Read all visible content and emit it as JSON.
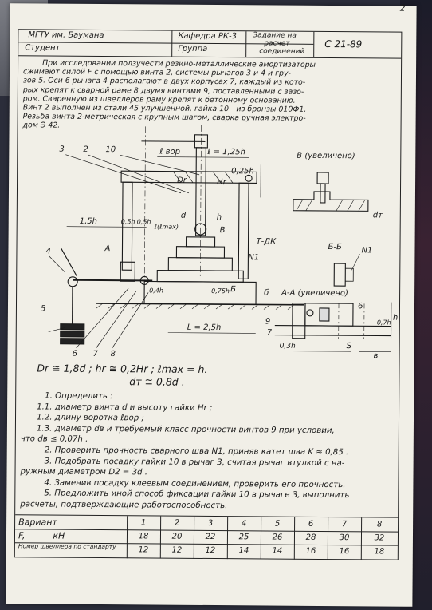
{
  "page_number": "2",
  "header": {
    "university": "МГТУ им. Баумана",
    "department": "Кафедра РК-3",
    "task": "Задание на расчет соединений",
    "task_line1": "Задание на",
    "task_line2": "расчет",
    "task_line3": "соединений",
    "code": "С 21-89",
    "student_label": "Студент",
    "group_label": "Группа"
  },
  "intro_lines": [
    "При исследовании ползучести резино-металлические амортизаторы",
    "сжимают силой F с помощью винта 2, системы рычагов 3 и 4 и гру-",
    "зов 5. Оси 6 рычага 4 располагают в двух корпусах 7, каждый из кото-",
    "рых крепят к сварной раме 8 двумя винтами 9, поставленными с зазо-",
    "ром. Сваренную из швеллеров раму крепят к бетонному основанию.",
    "Винт 2 выполнен из стали 45 улучшенной, гайка 10 - из бронзы 010Ф1.",
    "Резьба винта 2-метрическая с крупным шагом, сварка ручная электро-",
    "дом Э 42."
  ],
  "drawing_labels": {
    "l3": "3",
    "l2": "2",
    "l10": "10",
    "l_bor": "ℓ вор",
    "l_125h": "ℓ = 1,25h",
    "l_025h": "0,25h",
    "dr": "Dr",
    "hr": "Hr",
    "d": "d",
    "lmax": "ℓ(ℓmax)",
    "hdim": "h",
    "B": "B",
    "t_dk": "Т-ДК",
    "n1": "N1",
    "l15h": "1,5h",
    "l05h_a": "0,5h",
    "l05h_b": "0,5h",
    "A": "A",
    "l4": "4",
    "l5": "5",
    "l6": "6",
    "l7": "7",
    "l8": "8",
    "l04h": "0,4h",
    "l075h": "0,75h",
    "b_arrow": "Б",
    "L": "L = 2,5h",
    "b_small": "б",
    "view_B": "В (увеличено)",
    "dt": "dт",
    "section_BB": "Б-Б",
    "n1_b": "N1",
    "section_AA": "А-А (увеличено)",
    "aa6": "6",
    "aa9": "9",
    "aa7": "7",
    "aa07h": "0,7h",
    "aah": "h",
    "aa03h": "0,3h",
    "aaS": "S",
    "aab": "в"
  },
  "formulas": {
    "line1": "Dr ≅ 1,8d ;   hr ≅ 0,2Hr ;  ℓmax = h.",
    "line2": "dт ≅ 0,8d ."
  },
  "tasks": [
    "1. Определить :",
    "1.1. диаметр винта d и высоту гайки Hr ;",
    "1.2. длину воротка ℓвор ;",
    "1.3. диаметр dв и требуемый класс прочности винтов 9 при условии,",
    "что dв ≤ 0,07h .",
    "2. Проверить прочность сварного шва N1, приняв катет шва K ≈ 0,85 .",
    "3. Подобрать посадку гайки 10 в рычаг 3, считая рычаг втулкой с на-",
    "ружным диаметром D2 = 3d .",
    "4. Заменив посадку клеевым соединением, проверить его прочность.",
    "5. Предложить иной способ фиксации гайки 10 в рычаге 3, выполнить",
    "расчеты, подтверждающие работоспособность."
  ],
  "variants_table": {
    "row_labels": [
      "Вариант",
      "F,          кН",
      "Номер швеллера по стандарту"
    ],
    "variant": [
      "1",
      "2",
      "3",
      "4",
      "5",
      "6",
      "7",
      "8"
    ],
    "force_kN": [
      "18",
      "20",
      "22",
      "25",
      "26",
      "28",
      "30",
      "32"
    ],
    "channel": [
      "12",
      "12",
      "12",
      "14",
      "14",
      "16",
      "16",
      "18"
    ]
  }
}
